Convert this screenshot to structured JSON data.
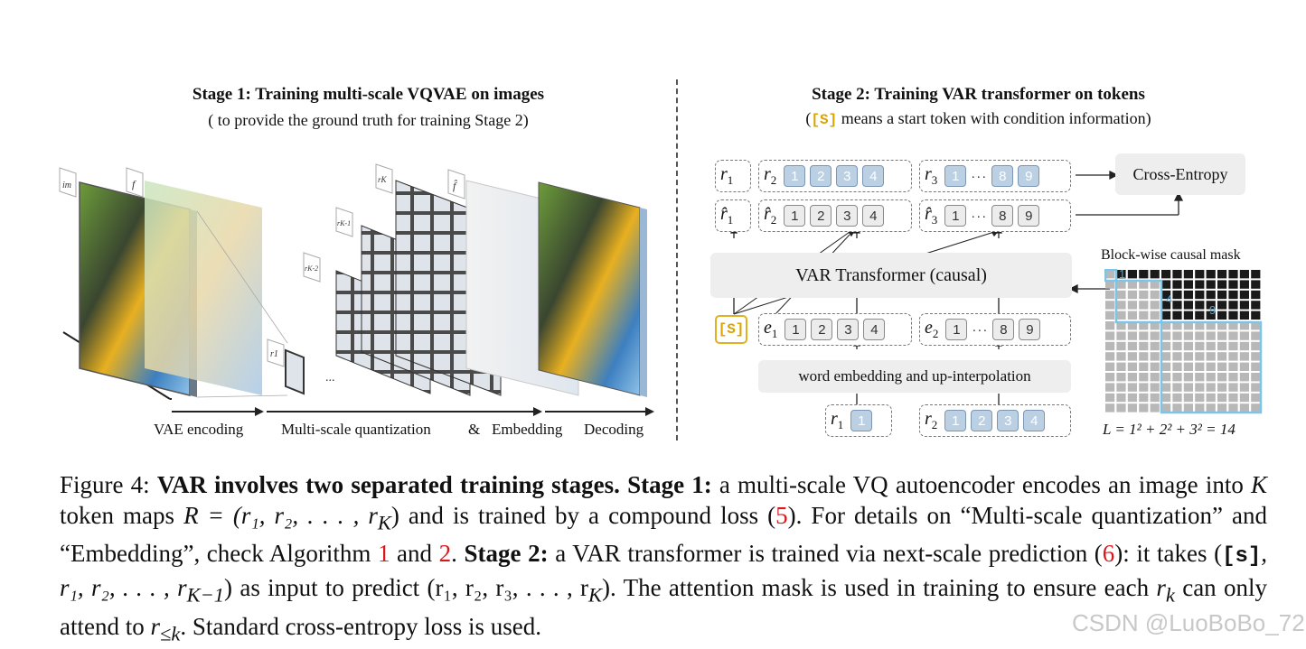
{
  "stage1": {
    "title": "Stage 1:  Training multi-scale VQVAE on images",
    "subtitle": "( to provide the ground truth for training Stage 2)",
    "labels": {
      "im": "im",
      "f": "f",
      "rK": "rK",
      "rK1": "rK-1",
      "rK2": "rK-2",
      "r1": "r1",
      "fhat": "f̂",
      "ellipsis": "..."
    },
    "bottom": {
      "vae": "VAE encoding",
      "msq": "Multi-scale quantization",
      "amp": "&",
      "emb": "Embedding",
      "dec": "Decoding"
    }
  },
  "stage2": {
    "title": "Stage 2:  Training VAR transformer on tokens",
    "sub_open": "(",
    "sub_token": "[S]",
    "sub_rest": " means a start token with condition information)",
    "cross_entropy": "Cross-Entropy",
    "transformer": "VAR Transformer (causal)",
    "word_embedding": "word embedding and up-interpolation",
    "start_token": "[S]",
    "mask_title": "Block-wise causal mask",
    "mask_labels": [
      "1",
      "4",
      "9"
    ],
    "length_formula": "L = 1² + 2² + 3² = 14",
    "rows": {
      "target": {
        "r1": "r",
        "r1s": "1",
        "r2": "r",
        "r2s": "2",
        "r2t": [
          "1",
          "2",
          "3",
          "4"
        ],
        "r3": "r",
        "r3s": "3",
        "r3a": "1",
        "r3b": "8",
        "r3c": "9",
        "dots": "···"
      },
      "pred": {
        "r1": "r̂",
        "r1s": "1",
        "r2": "r̂",
        "r2s": "2",
        "r2t": [
          "1",
          "2",
          "3",
          "4"
        ],
        "r3": "r̂",
        "r3s": "3",
        "r3a": "1",
        "r3b": "8",
        "r3c": "9",
        "dots": "···"
      },
      "input": {
        "e1": "e",
        "e1s": "1",
        "e1t": [
          "1",
          "2",
          "3",
          "4"
        ],
        "e2": "e",
        "e2s": "2",
        "e2a": "1",
        "e2b": "8",
        "e2c": "9",
        "dots": "···"
      },
      "bottom": {
        "r1": "r",
        "r1s": "1",
        "r1t": "1",
        "r2": "r",
        "r2s": "2",
        "r2t": [
          "1",
          "2",
          "3",
          "4"
        ]
      }
    }
  },
  "caption": {
    "fig": "Figure 4: ",
    "bold1": "VAR involves two separated training stages.",
    "bold2": " Stage 1:",
    "t1": " a multi-scale VQ autoencoder encodes an image into ",
    "K": "K",
    "t2": " token maps ",
    "R": "R = (r₁, r₂, . . . , r",
    "Ksub": "K",
    "t3": ") and is trained by a compound loss (",
    "ref5": "5",
    "t4": ").  For details on “Multi-scale quantization” and “Embedding”, check Algorithm ",
    "ref1": "1",
    "t5": " and ",
    "ref2": "2",
    "t6": ".  ",
    "bold3": "Stage 2:",
    "t7": " a VAR transformer is trained via next-scale prediction (",
    "ref6": "6",
    "t8": "): it takes (",
    "tt": "[s]",
    "t9": ", r₁, r₂, . . . , r",
    "sub1": "K−1",
    "t10": ") as input to predict (r₁, r₂, r₃, . . . , r",
    "sub2": "K",
    "t11": ").  The attention mask is used in training to ensure each ",
    "rk": "r",
    "rksub": "k",
    "t12": " can only attend to ",
    "rle": "r",
    "rlesub": "≤k",
    "t13": ". Standard cross-entropy loss is used."
  },
  "watermark": "CSDN @LuoBoBo_72"
}
